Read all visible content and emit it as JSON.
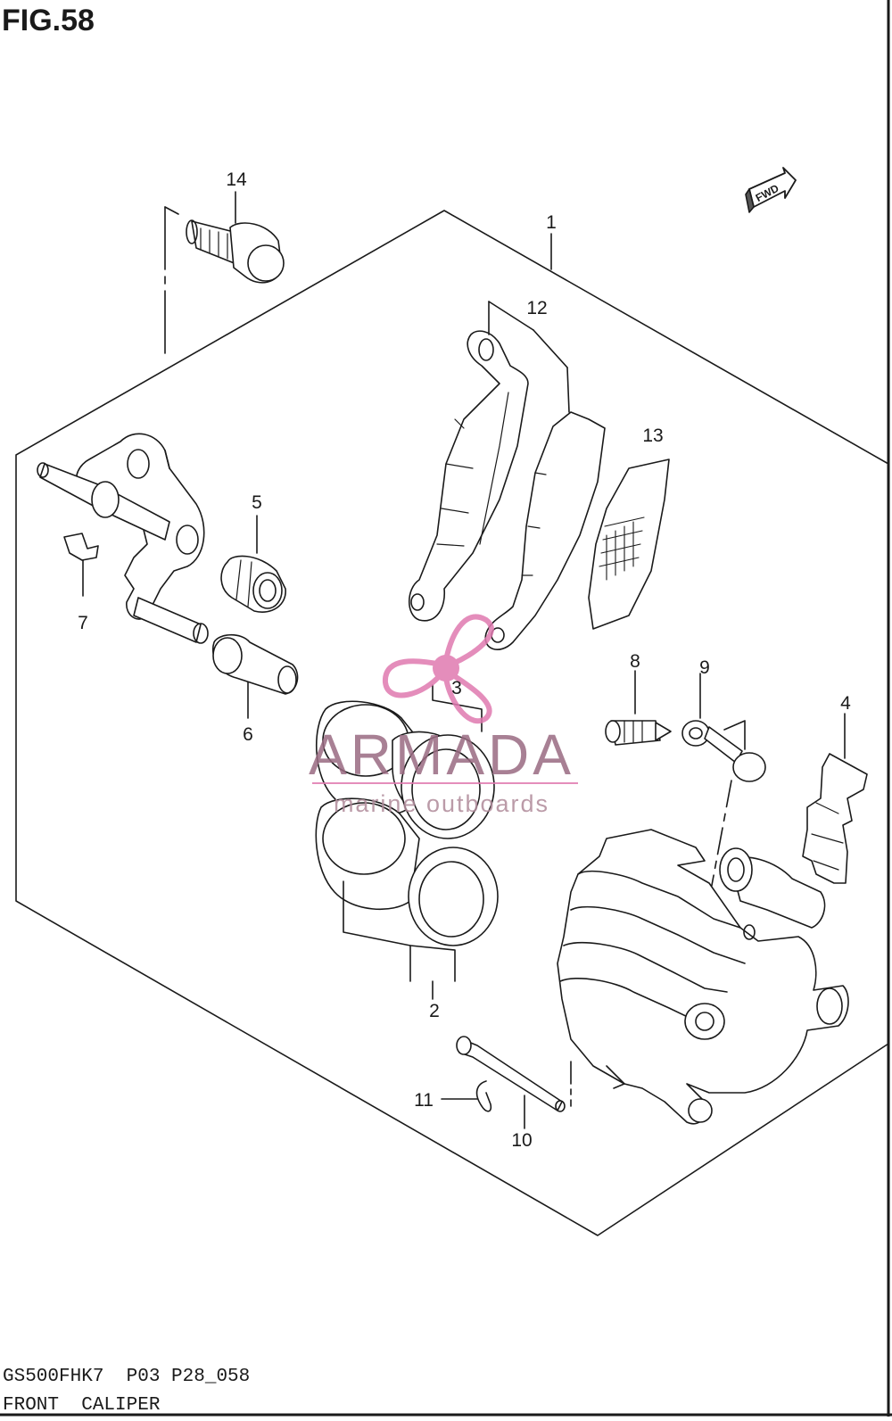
{
  "figure": {
    "title": "FIG.58",
    "model_code": "GS500FHK7  P03 P28_058",
    "caption": "FRONT  CALIPER",
    "fwd_label": "FWD"
  },
  "watermark": {
    "brand": "ARMADA",
    "tagline": "marine outboards"
  },
  "callouts": [
    {
      "id": "1",
      "label": "1"
    },
    {
      "id": "2",
      "label": "2"
    },
    {
      "id": "3",
      "label": "3"
    },
    {
      "id": "4",
      "label": "4"
    },
    {
      "id": "5",
      "label": "5"
    },
    {
      "id": "6",
      "label": "6"
    },
    {
      "id": "7",
      "label": "7"
    },
    {
      "id": "8",
      "label": "8"
    },
    {
      "id": "9",
      "label": "9"
    },
    {
      "id": "10",
      "label": "10"
    },
    {
      "id": "11",
      "label": "11"
    },
    {
      "id": "12",
      "label": "12"
    },
    {
      "id": "13",
      "label": "13"
    },
    {
      "id": "14",
      "label": "14"
    }
  ],
  "colors": {
    "ink": "#1a1a1a",
    "watermark": "#e07ab0"
  }
}
